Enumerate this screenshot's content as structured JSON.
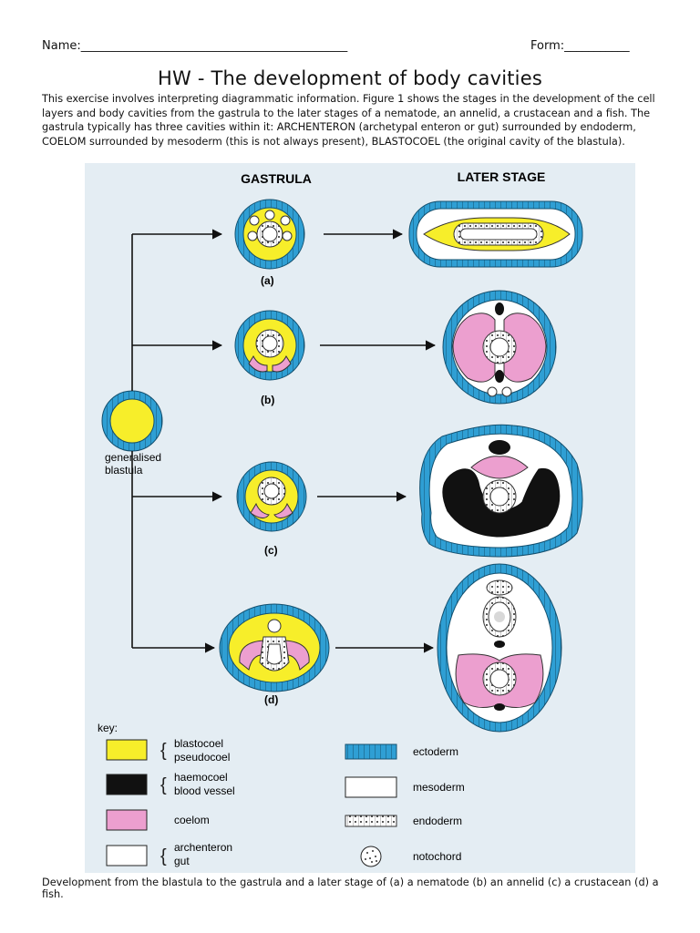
{
  "header": {
    "name_label": "Name:_____________________________________________",
    "form_label": "Form:___________"
  },
  "title": "HW - The development of body cavities",
  "intro": "This exercise involves interpreting diagrammatic information. Figure 1 shows the stages in the development of the cell layers and body cavities from the gastrula to the later stages of a nematode, an annelid, a crustacean and a fish. The gastrula typically has three cavities within it: ARCHENTERON (archetypal enteron or gut) surrounded by endoderm, COELOM surrounded by mesoderm (this is not always present), BLASTOCOEL (the original cavity of the blastula).",
  "figure": {
    "col_gastrula": "GASTRULA",
    "col_later": "LATER STAGE",
    "blastula_label_1": "generalised",
    "blastula_label_2": "blastula",
    "label_a": "(a)",
    "label_b": "(b)",
    "label_c": "(c)",
    "label_d": "(d)",
    "key_title": "key:",
    "key": {
      "blastocoel": "blastocoel",
      "pseudocoel": "pseudocoel",
      "haemocoel": "haemocoel",
      "blood_vessel": "blood vessel",
      "coelom": "coelom",
      "archenteron": "archenteron",
      "gut": "gut",
      "ectoderm": "ectoderm",
      "mesoderm": "mesoderm",
      "endoderm": "endoderm",
      "notochord": "notochord"
    },
    "colors": {
      "background": "#e4edf3",
      "ectoderm": "#2f9fd4",
      "blastocoel": "#f7ee2a",
      "haemocoel": "#111111",
      "coelom": "#ec9fcf",
      "archenteron": "#ffffff"
    }
  },
  "caption": "Development from the blastula to the gastrula and a later stage of (a) a nematode (b) an annelid (c) a crustacean (d) a fish."
}
